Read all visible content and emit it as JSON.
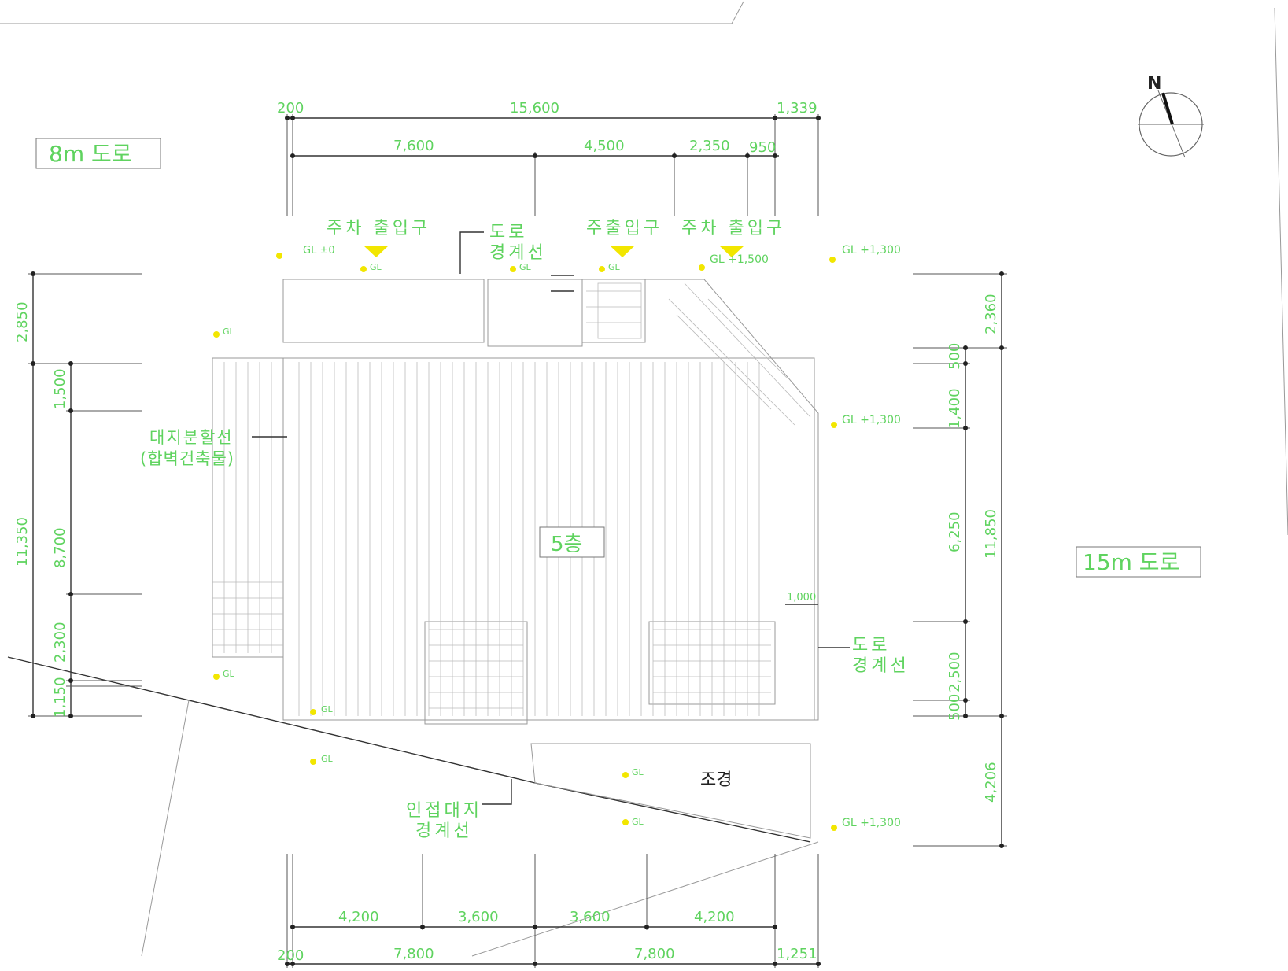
{
  "roads": {
    "top_left": "8m 도로",
    "right": "15m 도로"
  },
  "floor_label": "5층",
  "landscape_label": "조경",
  "north": "N",
  "entrances": {
    "parking_left": "주차 출입구",
    "main": "주출입구",
    "parking_right": "주차 출입구"
  },
  "annotations": {
    "road_boundary_top": [
      "도로",
      "경계선"
    ],
    "road_boundary_right": [
      "도로",
      "경계선"
    ],
    "site_division": [
      "대지분할선",
      "(합벽건축물)"
    ],
    "adjacent_boundary": [
      "인접대지",
      "경계선"
    ]
  },
  "levels": {
    "gl_0": "GL ±0",
    "gl_1300_top": "GL +1,300",
    "gl_1300_mid": "GL +1,300",
    "gl_1300_bot": "GL +1,300",
    "gl_1500": "GL +1,500"
  },
  "dims_top": {
    "overall": [
      "200",
      "15,600",
      "1,339"
    ],
    "segments": [
      "7,600",
      "4,500",
      "2,350",
      "950"
    ]
  },
  "dims_bottom": {
    "segments": [
      "4,200",
      "3,600",
      "3,600",
      "4,200"
    ],
    "overall": [
      "200",
      "7,800",
      "7,800",
      "1,251"
    ]
  },
  "dims_left": {
    "outer": [
      "2,850",
      "11,350"
    ],
    "inner": [
      "1,500",
      "8,700",
      "2,300",
      "1,150"
    ]
  },
  "dims_right": {
    "outer": [
      "2,360",
      "11,850",
      "4,206"
    ],
    "inner": [
      "500",
      "1,400",
      "6,250",
      "2,500",
      "500"
    ],
    "small": "1,000"
  }
}
